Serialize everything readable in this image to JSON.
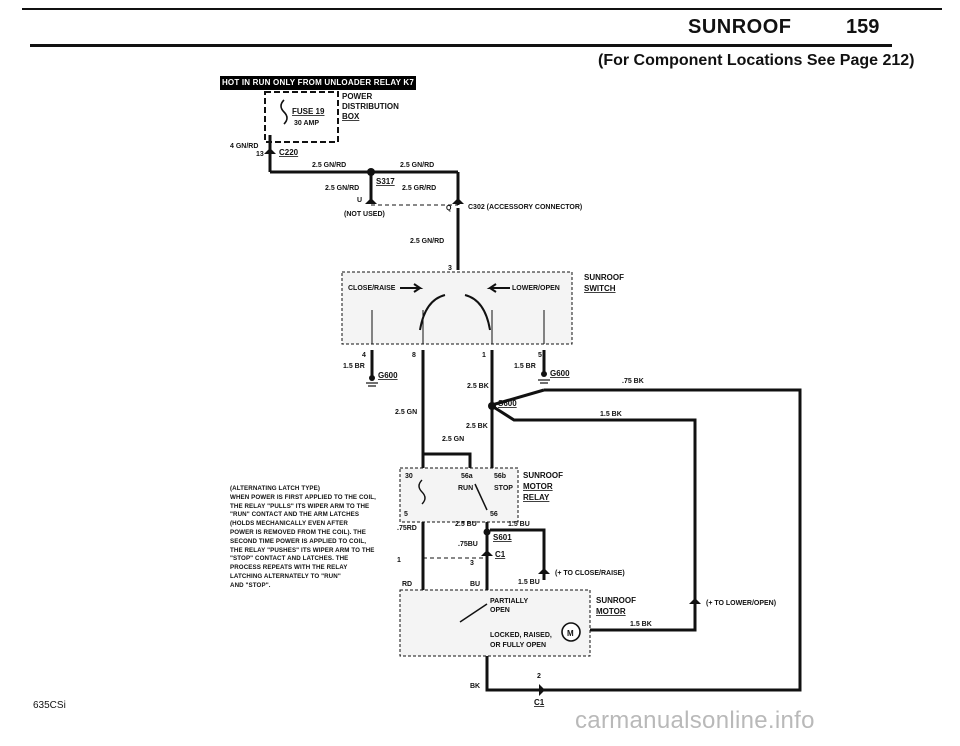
{
  "header": {
    "title": "SUNROOF",
    "page_number": "159",
    "subtitle": "(For Component Locations See Page 212)"
  },
  "banner": "HOT IN RUN ONLY FROM UNLOADER RELAY K7",
  "power_box": {
    "fuse": "FUSE 19",
    "rating": "30 AMP",
    "label_line1": "POWER",
    "label_line2": "DISTRIBUTION",
    "label_line3": "BOX"
  },
  "connectors": {
    "c220": "C220",
    "c220_pin": "13",
    "c302": "C302 (ACCESSORY CONNECTOR)",
    "c302_pin_u": "U",
    "c302_pin_q": "Q",
    "not_used": "(NOT USED)",
    "c1_a": "C1",
    "c1_a_pin": "3",
    "c1_b": "C1",
    "c1_b_pin": "2"
  },
  "splices": {
    "s317": "S317",
    "s600": "S600",
    "s601": "S601"
  },
  "grounds": {
    "g600_left": "G600",
    "g600_right": "G600"
  },
  "wires": {
    "w_4gnrd": "4 GN/RD",
    "w_25gnrd_a": "2.5 GN/RD",
    "w_25gnrd_b": "2.5 GN/RD",
    "w_25gnrd_c": "2.5 GN/RD",
    "w_25grrd": "2.5 GR/RD",
    "w_25gnrd_d": "2.5 GN/RD",
    "w_15br_a": "1.5 BR",
    "w_15br_b": "1.5 BR",
    "w_25bk_a": "2.5 BK",
    "w_75bk": ".75 BK",
    "w_25gn_a": "2.5 GN",
    "w_15bk_a": "1.5 BK",
    "w_25bk_b": "2.5 BK",
    "w_25gn_b": "2.5 GN",
    "w_75rd": ".75RD",
    "w_25bu": "2.5 BU",
    "w_15bu_a": "1.5 BU",
    "w_75bu": ".75BU",
    "w_15bu_b": "1.5 BU",
    "w_rd": "RD",
    "w_bu": "BU",
    "w_15bk_b": "1.5 BK",
    "w_bk": "BK"
  },
  "switch": {
    "label_line1": "SUNROOF",
    "label_line2": "SWITCH",
    "close_raise": "CLOSE/RAISE",
    "lower_open": "LOWER/OPEN",
    "pin3": "3",
    "pin4": "4",
    "pin8": "8",
    "pin1": "1",
    "pin5": "5"
  },
  "relay": {
    "label_line1": "SUNROOF",
    "label_line2": "MOTOR",
    "label_line3": "RELAY",
    "pin30": "30",
    "pin56a": "56a",
    "pin56b": "56b",
    "run": "RUN",
    "stop": "STOP",
    "pin5": "5",
    "pin56": "56",
    "pin1": "1"
  },
  "motor": {
    "label_line1": "SUNROOF",
    "label_line2": "MOTOR",
    "partially_open_1": "PARTIALLY",
    "partially_open_2": "OPEN",
    "locked_1": "LOCKED, RAISED,",
    "locked_2": "OR FULLY OPEN",
    "m": "M",
    "close_raise_note": "(+ TO CLOSE/RAISE)",
    "lower_open_note": "(+ TO LOWER/OPEN)"
  },
  "latch_note": {
    "line1": "(ALTERNATING LATCH TYPE)",
    "line2": "WHEN POWER IS FIRST APPLIED TO THE COIL,",
    "line3": "THE RELAY \"PULLS\" ITS WIPER ARM TO THE",
    "line4": "\"RUN\" CONTACT AND THE ARM LATCHES",
    "line5": "(HOLDS MECHANICALLY EVEN AFTER",
    "line6": "POWER IS REMOVED FROM THE COIL). THE",
    "line7": "SECOND TIME POWER IS APPLIED TO COIL,",
    "line8": "THE RELAY \"PUSHES\" ITS WIPER ARM TO THE",
    "line9": "\"STOP\" CONTACT AND LATCHES. THE",
    "line10": "PROCESS REPEATS WITH THE RELAY",
    "line11": "LATCHING ALTERNATELY TO \"RUN\"",
    "line12": "AND \"STOP\"."
  },
  "model": "635CSi",
  "footer": "carmanualsonline.info"
}
